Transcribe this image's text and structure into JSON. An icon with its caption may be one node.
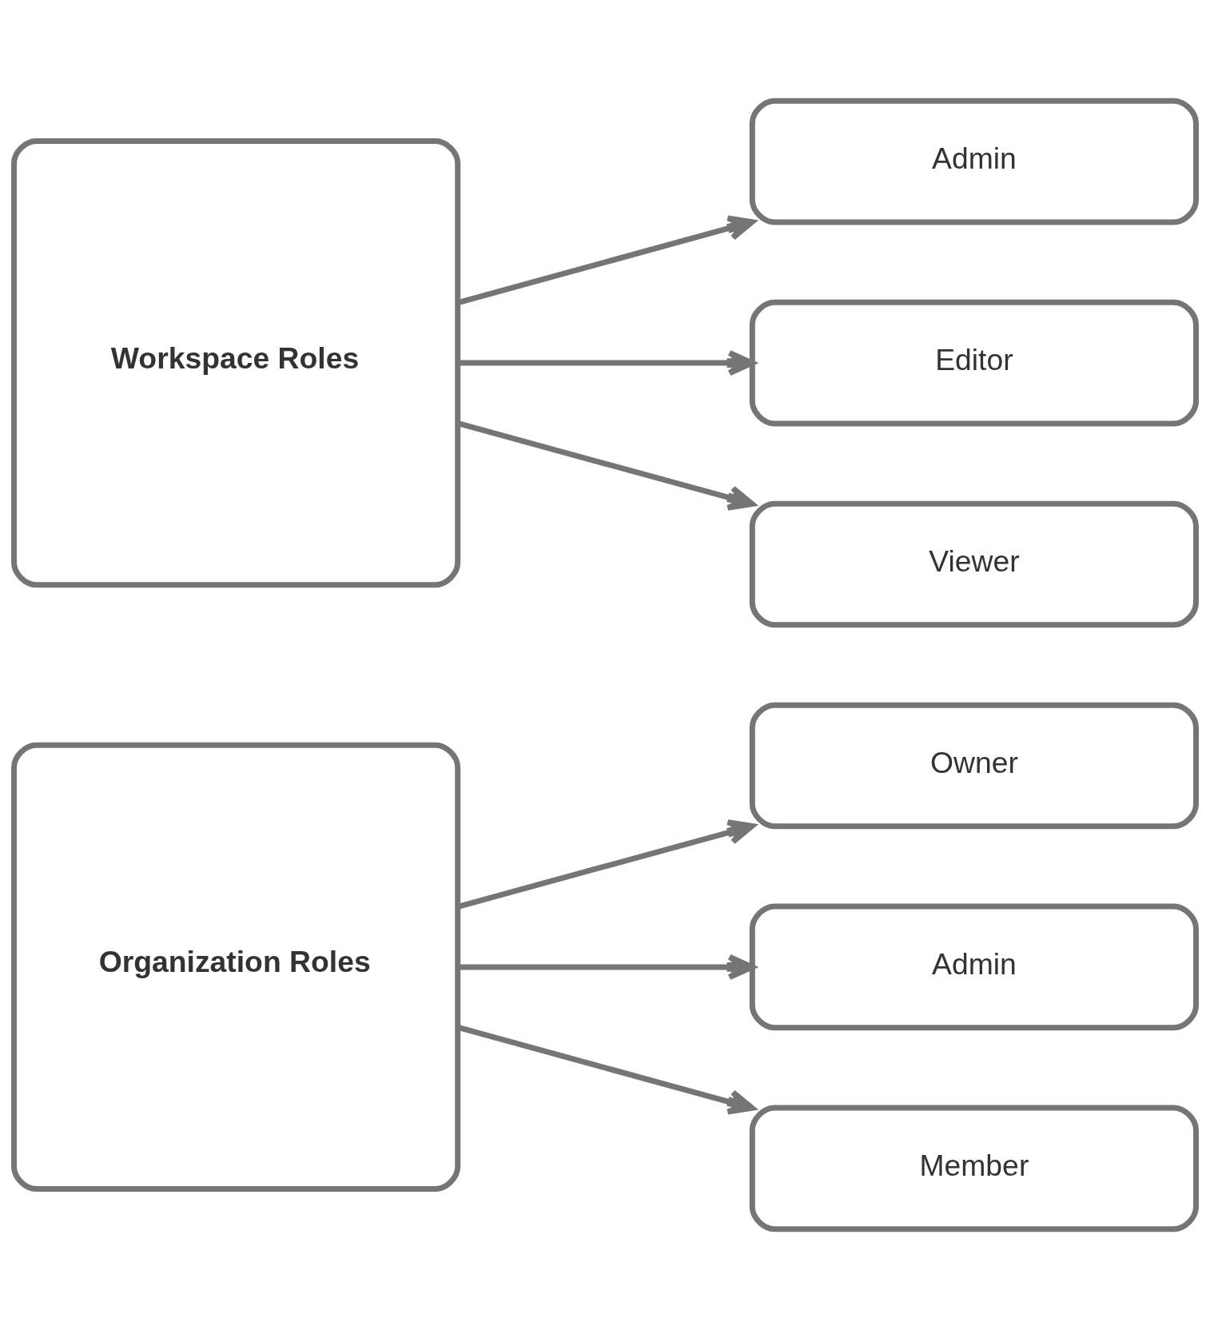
{
  "diagram": {
    "nodes": [
      {
        "text": [
          "Organization Roles"
        ]
      },
      {
        "text": [
          "Owner"
        ]
      },
      {
        "text": [
          "Admin"
        ]
      },
      {
        "text": [
          "Member"
        ]
      },
      {
        "text": [
          "Workspace Roles"
        ]
      },
      {
        "text": [
          "Admin"
        ]
      },
      {
        "text": [
          "Editor"
        ]
      },
      {
        "text": [
          "Viewer"
        ]
      }
    ],
    "edges": [
      {
        "from": 0,
        "to": 1,
        "arrow": "to"
      },
      {
        "from": 0,
        "to": 2,
        "arrow": "to"
      },
      {
        "from": 0,
        "to": 3,
        "arrow": "to"
      },
      {
        "from": 4,
        "to": 5,
        "arrow": "to"
      },
      {
        "from": 4,
        "to": 6,
        "arrow": "to"
      },
      {
        "from": 4,
        "to": 7,
        "arrow": "to"
      }
    ]
  }
}
